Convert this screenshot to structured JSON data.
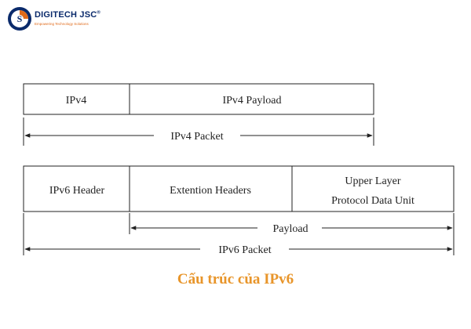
{
  "brand": {
    "name": "DIGITECH JSC",
    "tagline": "Empowering Technology Solutions",
    "registered_mark": "®",
    "colors": {
      "navy": "#0a2a6b",
      "orange": "#e06a1a"
    },
    "icon": "digitech-logo-icon"
  },
  "ipv4": {
    "header_label": "IPv4",
    "payload_label": "IPv4 Payload",
    "packet_label": "IPv4 Packet"
  },
  "ipv6": {
    "header_label": "IPv6 Header",
    "extension_label": "Extention Headers",
    "upper_layer_line1": "Upper Layer",
    "upper_layer_line2": "Protocol Data Unit",
    "payload_label": "Payload",
    "packet_label": "IPv6 Packet"
  },
  "caption": "Cấu trúc của IPv6",
  "colors": {
    "caption": "#e8952a",
    "line": "#222222"
  }
}
